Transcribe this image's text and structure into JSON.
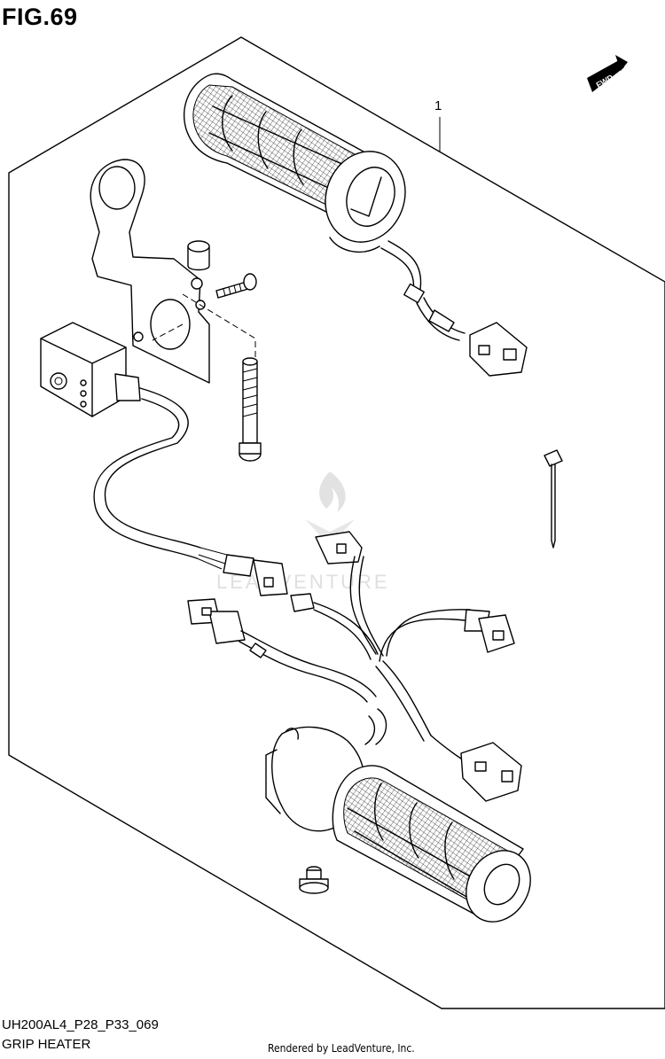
{
  "figure": {
    "title": "FIG.69",
    "model_code": "UH200AL4_P28_P33_069",
    "name": "GRIP HEATER"
  },
  "footer": {
    "rendered_by": "Rendered by LeadVenture, Inc."
  },
  "diagram": {
    "reference_numbers": [
      "1"
    ],
    "direction_badge": "FWD",
    "watermark": "LEADVENTURE"
  }
}
